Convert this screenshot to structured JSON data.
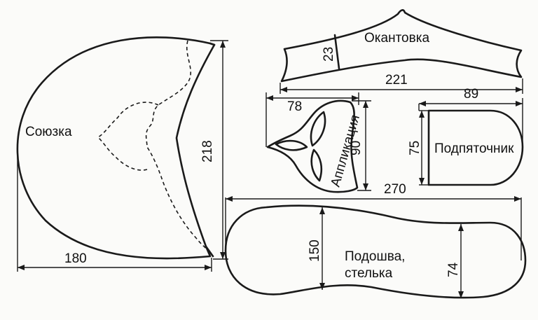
{
  "pieces": {
    "soyuzka": {
      "label": "Союзка",
      "width": "180",
      "height": "218"
    },
    "okantovka": {
      "label": "Окантовка",
      "width": "23",
      "length": "221"
    },
    "applikatsiya": {
      "label": "Аппликация",
      "width": "78",
      "height": "90"
    },
    "podpyatochnik": {
      "label": "Подпяточник",
      "width": "89",
      "height": "75"
    },
    "podoshva": {
      "label_line1": "Подошва,",
      "label_line2": "стелька",
      "length": "270",
      "height_toe": "150",
      "height_heel": "74"
    }
  },
  "colors": {
    "ink": "#1a1a1a",
    "paper": "#fbfbf9"
  }
}
